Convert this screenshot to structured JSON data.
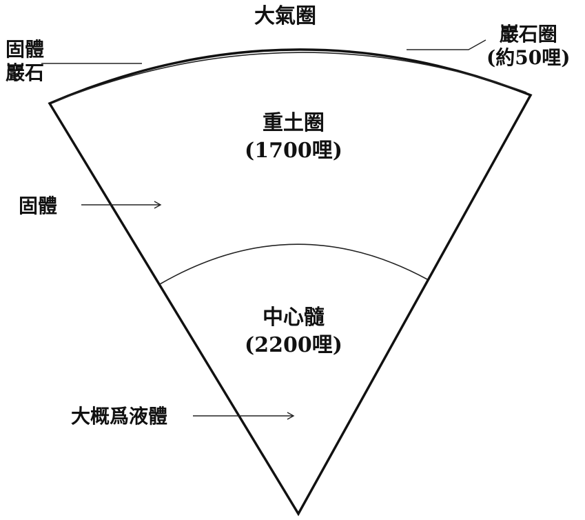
{
  "labels": {
    "atmosphere": "大氣圈",
    "solid_crust_line1": "固體",
    "solid_crust_line2": "巖石",
    "lithosphere_line1": "巖石圈",
    "lithosphere_line2": "(約50哩)",
    "mantle_line1": "重土圈",
    "mantle_line2": "(1700哩)",
    "solid": "固體",
    "core_line1": "中心髓",
    "core_line2": "(2200哩)",
    "liquid": "大概爲液體"
  }
}
